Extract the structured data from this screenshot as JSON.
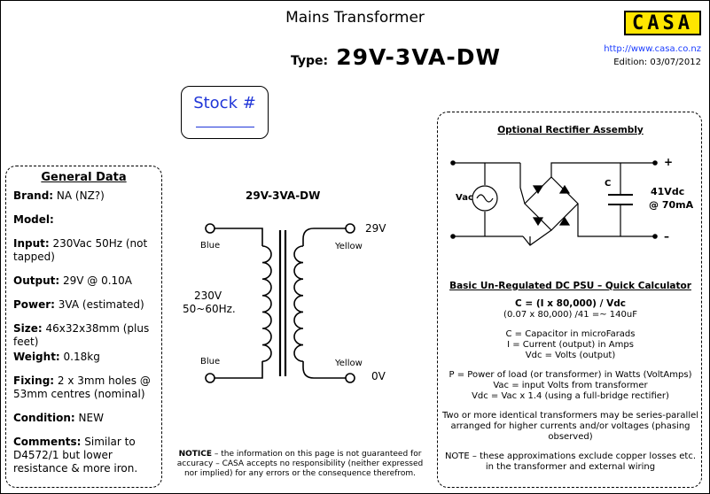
{
  "header": {
    "title": "Mains Transformer",
    "type_label": "Type:",
    "type_value": "29V-3VA-DW",
    "logo_text": "CASA",
    "url": "http://www.casa.co.nz",
    "edition": "Edition: 03/07/2012"
  },
  "stock": {
    "label": "Stock #"
  },
  "general": {
    "heading": "General Data",
    "items": [
      {
        "key": "Brand:",
        "value": " NA (NZ?)"
      },
      {
        "key": "Model:",
        "value": ""
      },
      {
        "key": "Input:",
        "value": " 230Vac 50Hz (not tapped)"
      },
      {
        "key": "Output:",
        "value": " 29V @ 0.10A"
      },
      {
        "key": "Power:",
        "value": " 3VA (estimated)"
      },
      {
        "key": "Size:",
        "value": " 46x32x38mm (plus feet)"
      },
      {
        "key": "Weight:",
        "value": " 0.18kg"
      },
      {
        "key": "Fixing:",
        "value": " 2 x 3mm holes @ 53mm centres (nominal)"
      },
      {
        "key": "Condition:",
        "value": " NEW"
      },
      {
        "key": "Comments:",
        "value": " Similar to D4572/1 but lower resistance & more iron."
      }
    ]
  },
  "transformer": {
    "title": "29V-3VA-DW",
    "primary_voltage": "230V",
    "primary_freq": "50~60Hz.",
    "top_left_wire": "Blue",
    "bottom_left_wire": "Blue",
    "top_right_wire": "Yellow",
    "bottom_right_wire": "Yellow",
    "top_right_voltage": "29V",
    "bottom_right_voltage": "0V"
  },
  "rectifier": {
    "title": "Optional Rectifier Assembly",
    "vac_label": "Vac",
    "cap_label": "C",
    "output_voltage": "41Vdc",
    "output_current": "@ 70mA",
    "plus": "+",
    "minus": "–"
  },
  "calculator": {
    "title": "Basic Un-Regulated DC PSU – Quick Calculator",
    "formula": "C = (I x 80,000) / Vdc",
    "example": "(0.07 x 80,000) /41 =~ 140uF",
    "def_c": "C = Capacitor in microFarads",
    "def_i": "I = Current (output) in Amps",
    "def_vdc": "Vdc = Volts (output)",
    "def_p": "P = Power of load (or transformer) in Watts (VoltAmps)",
    "def_vac": "Vac = input Volts from transformer",
    "def_vdc2": "Vdc = Vac x 1.4 (using a full-bridge rectifier)",
    "series_note": "Two or more identical transformers may be series-parallel arranged for higher currents and/or voltages (phasing observed)",
    "approx_note": "NOTE – these approximations exclude copper losses etc. in the transformer and external wiring"
  },
  "notice": {
    "label": "NOTICE",
    "text": " – the information on this page is not guaranteed for accuracy – CASA accepts no responsibility (neither expressed nor implied) for any errors or the consequence therefrom."
  }
}
